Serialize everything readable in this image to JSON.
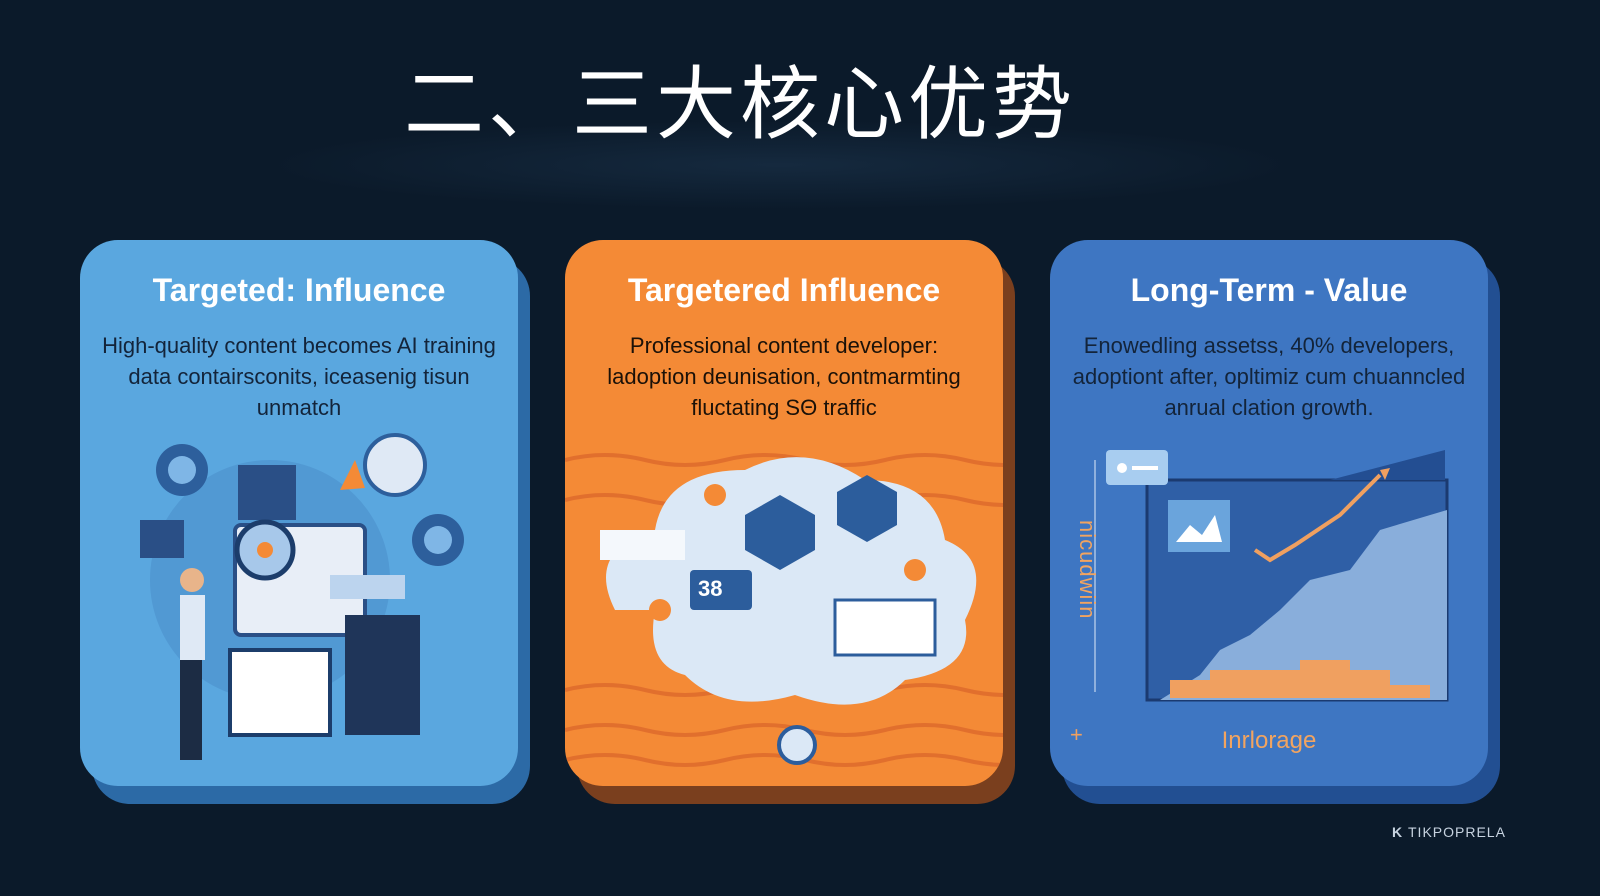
{
  "header": {
    "title": "二、三大核心优势"
  },
  "cards": [
    {
      "title": "Targeted: Influence",
      "text": "High-quality content becomes  AI training data contairsconits, iceasenig tisun unmatch",
      "color": "#5aa7df"
    },
    {
      "title": "Targetered Influence",
      "text": "Professional content developer: ladoption deunisation, contmarmting fluctating SΘ traffic",
      "badge": "38",
      "color": "#f48a36"
    },
    {
      "title": "Long-Term - Value",
      "text": "Enowedling assetss, 40% developers, adoptiont after, opltimiz cum chuanncled anrual clation growth.",
      "chart_axis_label": "nicudwiin",
      "chart_caption": "Inrlorage",
      "color": "#3e76c2"
    }
  ],
  "watermark": {
    "text": "TIKPOPRELA"
  }
}
